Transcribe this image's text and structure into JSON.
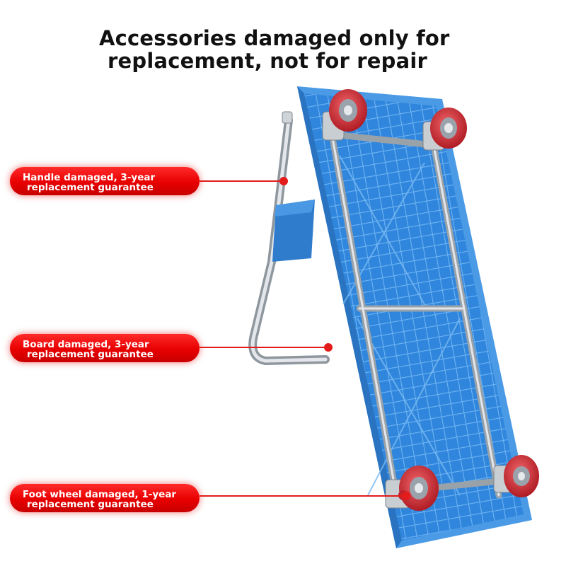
{
  "headline": {
    "line1": "Accessories damaged only for",
    "line2": "replacement, not for repair"
  },
  "callouts": [
    {
      "line1": "Handle damaged, 3-year",
      "line2": "replacement guarantee"
    },
    {
      "line1": "Board damaged, 3-year",
      "line2": "replacement guarantee"
    },
    {
      "line1": "Foot wheel damaged, 1-year",
      "line2": "replacement guarantee"
    }
  ],
  "colors": {
    "board": "#3b8fe0",
    "callout": "#e31b1b",
    "wheel": "#d8323a",
    "frame": "#b9c0c8"
  }
}
